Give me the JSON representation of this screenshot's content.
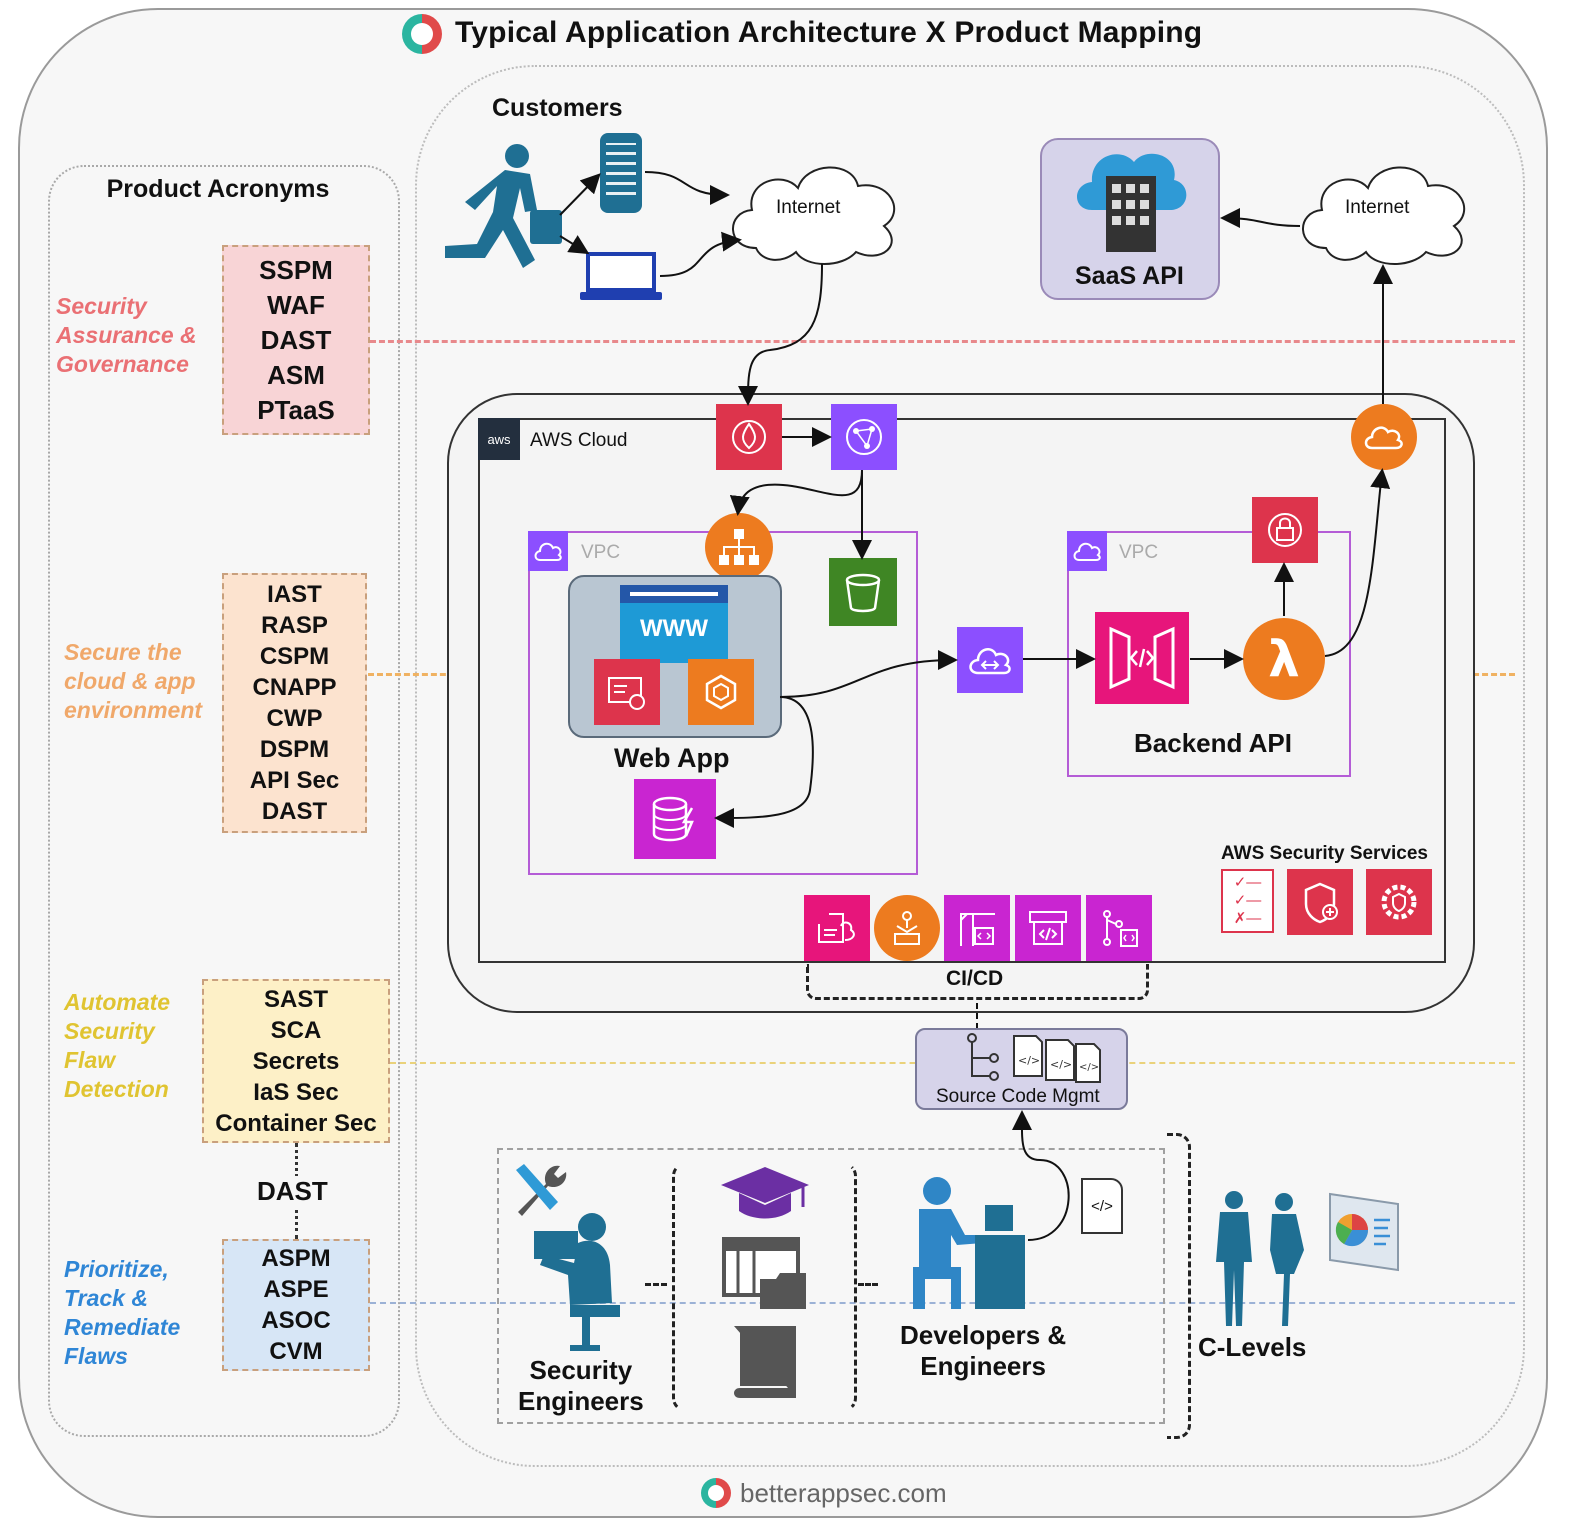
{
  "title": "Typical Application Architecture X Product Mapping",
  "footer": "betterappsec.com",
  "product_acronyms": {
    "heading": "Product Acronyms",
    "groups": [
      {
        "category": [
          "Security",
          "Assurance &",
          "Governance"
        ],
        "color": "#ea7074",
        "fill": "#f8d4d6",
        "items": [
          "SSPM",
          "WAF",
          "DAST",
          "ASM",
          "PTaaS"
        ]
      },
      {
        "category": [
          "Secure the",
          "cloud & app",
          "environment"
        ],
        "color": "#f0a86a",
        "fill": "#fce3cf",
        "items": [
          "IAST",
          "RASP",
          "CSPM",
          "CNAPP",
          "CWP",
          "DSPM",
          "API Sec",
          "DAST"
        ]
      },
      {
        "category": [
          "Automate",
          "Security",
          "Flaw",
          "Detection"
        ],
        "color": "#e0c431",
        "fill": "#fdf0c7",
        "items": [
          "SAST",
          "SCA",
          "Secrets",
          "IaS Sec",
          "Container Sec"
        ]
      },
      {
        "category": [
          "Prioritize,",
          "Track &",
          "Remediate",
          "Flaws"
        ],
        "color": "#2f86d6",
        "fill": "#d7e6f6",
        "items": [
          "ASPM",
          "ASPE",
          "ASOC",
          "CVM"
        ]
      }
    ],
    "between_label": "DAST"
  },
  "diagram": {
    "customers": "Customers",
    "internet_left": "Internet",
    "internet_right": "Internet",
    "saas_api": "SaaS API",
    "aws_cloud": "AWS Cloud",
    "vpc_left": "VPC",
    "vpc_right": "VPC",
    "web_app": "Web App",
    "www": "WWW",
    "backend_api": "Backend API",
    "aws_security_services": "AWS Security Services",
    "cicd": "CI/CD",
    "source_code_mgmt": "Source Code Mgmt",
    "security_engineers": [
      "Security",
      "Engineers"
    ],
    "developers": [
      "Developers &",
      "Engineers"
    ],
    "c_levels": "C-Levels"
  },
  "icons": [
    "shield-fire-icon",
    "cloudfront-icon",
    "load-balancer-icon",
    "s3-bucket-icon",
    "dynamodb-icon",
    "api-gateway-icon",
    "lambda-icon",
    "secrets-lock-icon",
    "cloud-orange-icon",
    "privatelink-icon",
    "wrench-icon",
    "graduation-cap-icon",
    "book-icon",
    "code-file-icon",
    "pie-chart-icon"
  ]
}
